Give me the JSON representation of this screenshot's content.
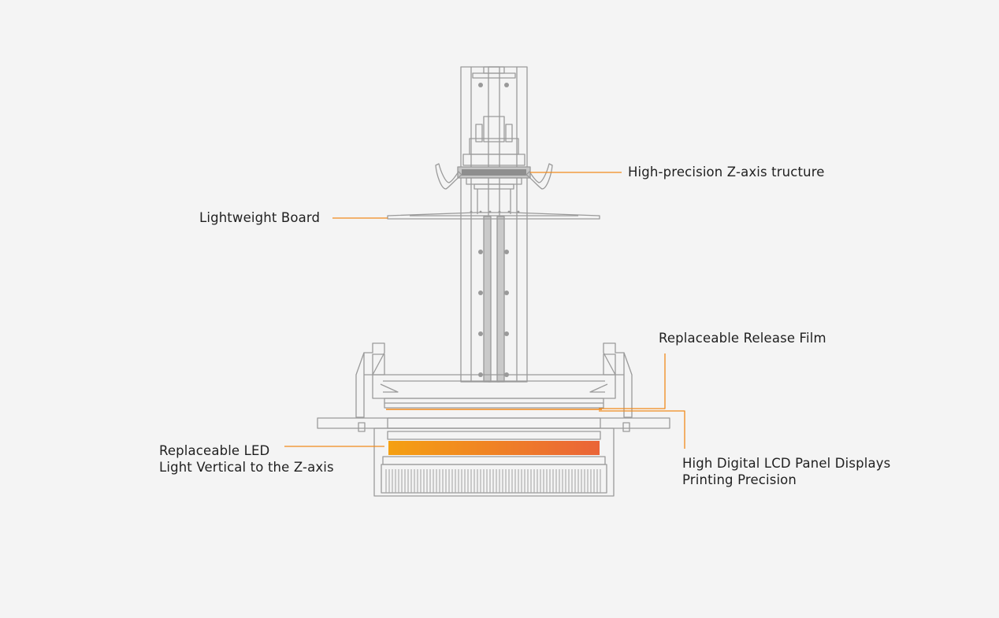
{
  "colors": {
    "background": "#f4f4f4",
    "outline": "#9a9a9a",
    "leader_line": "#f08a1c",
    "led_gradient_start": "#f5a012",
    "led_gradient_end": "#ea6438"
  },
  "callouts": {
    "z_axis": {
      "text": "High-precision Z-axis tructure"
    },
    "board": {
      "text": "Lightweight Board"
    },
    "film": {
      "text": "Replaceable Release Film"
    },
    "led": {
      "line1": "Replaceable LED",
      "line2": "Light Vertical to the Z-axis"
    },
    "lcd": {
      "line1": "High Digital LCD Panel Displays",
      "line2": "Printing Precision"
    }
  }
}
